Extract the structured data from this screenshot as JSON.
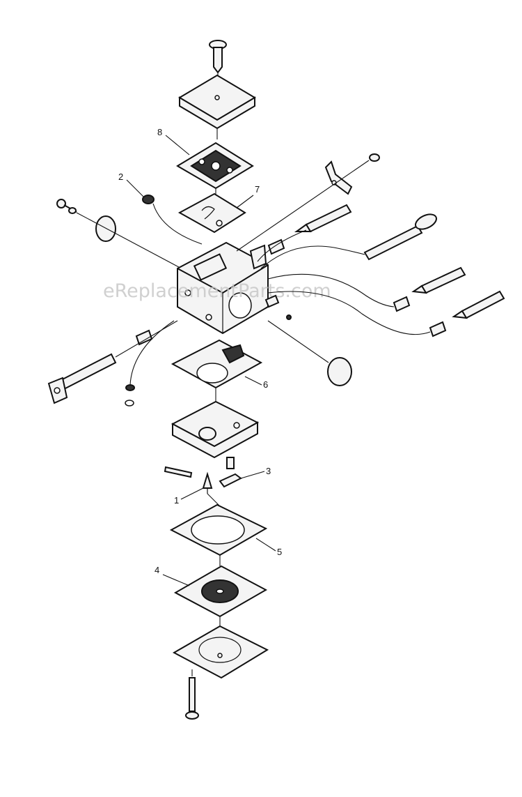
{
  "watermark": "eReplacementParts.com",
  "callouts": {
    "c1": "1",
    "c2": "2",
    "c3": "3",
    "c4": "4",
    "c5": "5",
    "c6": "6",
    "c7": "7",
    "c8": "8"
  },
  "colors": {
    "line": "#111111",
    "watermark": "#c8c8c8",
    "background": "#ffffff"
  }
}
